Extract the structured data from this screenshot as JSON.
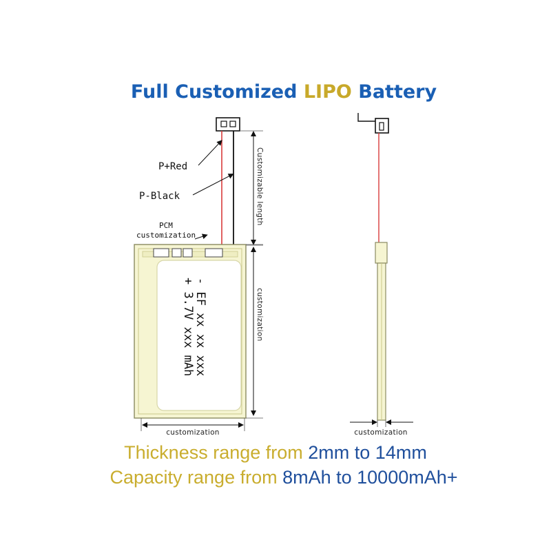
{
  "title": {
    "part1": "Full Customized ",
    "part2": "LIPO",
    "part3": " Battery"
  },
  "labels": {
    "p_red": "P+Red",
    "p_black": "P-Black",
    "pcm_line1": "PCM",
    "pcm_line2": "customization",
    "length": "Customizable length",
    "side_custom": "customization",
    "bottom_custom": "customization",
    "thickness_custom": "customization"
  },
  "cell_label": {
    "line1": "-  EF xx xx xxx",
    "line2": "+ 3.7V xxx mAh"
  },
  "specs": {
    "thickness_prefix": "Thickness range from ",
    "thickness_value": "2mm to 14mm",
    "capacity_prefix": "Capacity range from ",
    "capacity_value": "8mAh to 10000mAh+"
  },
  "colors": {
    "title_blue": "#1a5fb4",
    "title_gold": "#c8a92a",
    "spec_gold": "#c9ad2e",
    "spec_blue": "#1f4f9c",
    "cell_fill": "#f6f5d2",
    "cell_stroke": "#c9c88a",
    "wire_red": "#d93b3b",
    "wire_black": "#111111"
  }
}
